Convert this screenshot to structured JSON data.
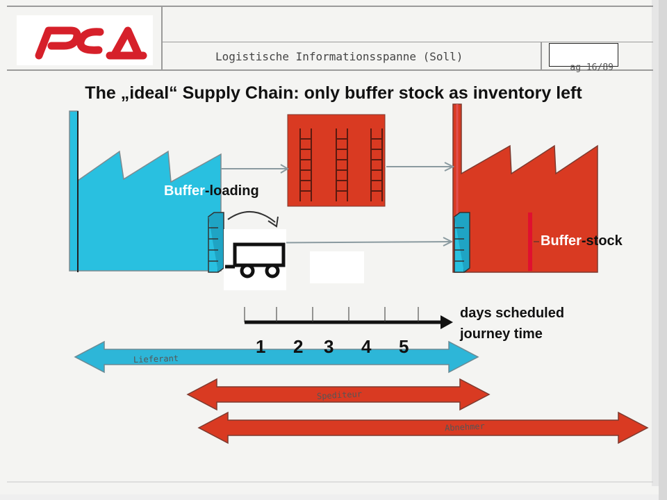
{
  "header": {
    "logo_text": "РЖД",
    "form_title": "Logistische Informationsspanne (Soll)",
    "page_number": "ag 16/89"
  },
  "diagram": {
    "title": "The „ideal“ Supply Chain: only buffer stock as inventory left",
    "buffer_loading_label_a": "Buffer",
    "buffer_loading_label_b": "-loading",
    "buffer_stock_label_a": "Buffer",
    "buffer_stock_label_b": "-stock",
    "timeline_caption_line1": "days scheduled",
    "timeline_caption_line2": "journey time",
    "day_ticks": [
      "1",
      "2",
      "3",
      "4",
      "5"
    ],
    "stage_arrows": [
      {
        "label": "Lieferant",
        "color": "#2db6d8"
      },
      {
        "label": "Spediteur",
        "color": "#d93a22"
      },
      {
        "label": "Abnehmer",
        "color": "#d93a22"
      }
    ],
    "colors": {
      "supplier": "#29c0e0",
      "warehouse": "#d93a22",
      "customer": "#d93a22",
      "logo": "#d6202a"
    }
  }
}
